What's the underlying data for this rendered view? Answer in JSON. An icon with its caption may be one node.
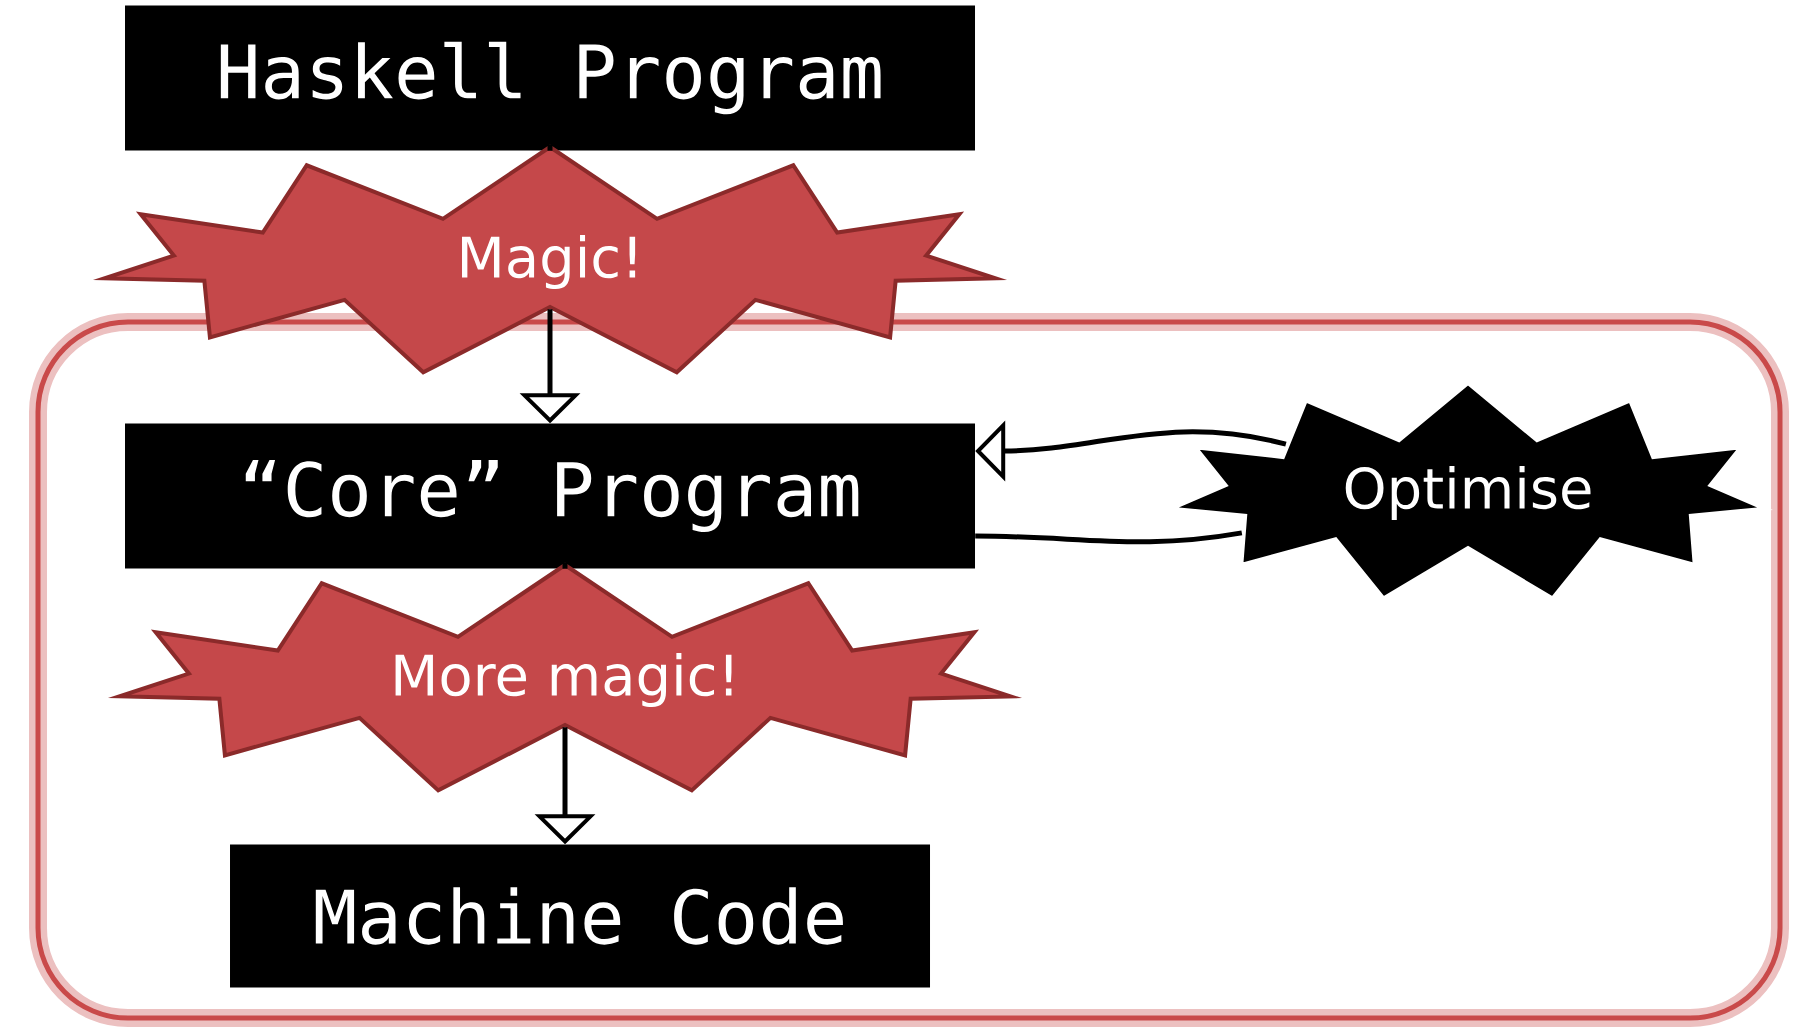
{
  "diagram": {
    "nodes": [
      {
        "text": [
          "Haskell Program"
        ]
      },
      {
        "text": [
          "Magic!"
        ]
      },
      {
        "text": [
          "“Core” Program"
        ]
      },
      {
        "text": [
          "Optimise"
        ]
      },
      {
        "text": [
          "More magic!"
        ]
      },
      {
        "text": [
          "Machine Code"
        ]
      }
    ],
    "edges": [
      {
        "from": 0,
        "to": 1,
        "arrow": "none"
      },
      {
        "from": 1,
        "to": 2,
        "arrow": "to"
      },
      {
        "from": 2,
        "to": 3,
        "arrow": "none"
      },
      {
        "from": 3,
        "to": 2,
        "arrow": "to"
      },
      {
        "from": 2,
        "to": 4,
        "arrow": "none"
      },
      {
        "from": 4,
        "to": 5,
        "arrow": "to"
      }
    ]
  }
}
